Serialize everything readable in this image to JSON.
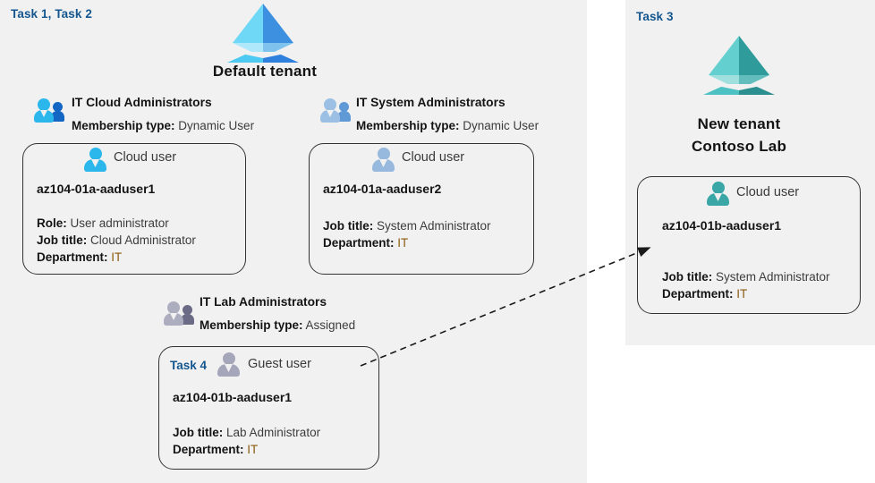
{
  "panels": {
    "left": {
      "task_label": "Task 1, Task 2"
    },
    "right": {
      "task_label": "Task 3"
    }
  },
  "tenants": [
    {
      "id": "default-tenant",
      "caption": "Default tenant",
      "icon": "azure-ad-tenant-icon",
      "color": "#32a7ef"
    },
    {
      "id": "new-tenant",
      "caption_line1": "New  tenant",
      "caption_line2": "Contoso Lab",
      "icon": "azure-ad-tenant-icon",
      "color": "#49b6b6"
    }
  ],
  "groups": [
    {
      "id": "it-cloud-administrators",
      "name": "IT Cloud Administrators",
      "membership_key": "Membership type:",
      "membership_value": "Dynamic User",
      "icon": "group-users-icon",
      "color": "#29b6e8"
    },
    {
      "id": "it-system-administrators",
      "name": "IT System Administrators",
      "membership_key": "Membership type:",
      "membership_value": "Dynamic User",
      "icon": "group-users-icon",
      "color": "#8fb4dd"
    },
    {
      "id": "it-lab-administrators",
      "name": "IT Lab Administrators",
      "membership_key": "Membership type:",
      "membership_value": "Assigned",
      "icon": "group-users-icon",
      "color": "#a3a3b8"
    }
  ],
  "users": [
    {
      "id": "az104-01a-aaduser1",
      "usertype": "Cloud user",
      "icon": "cloud-user-icon",
      "color": "#29b6e8",
      "username": "az104-01a-aaduser1",
      "attrs": [
        {
          "key": "Role:",
          "value": "User administrator"
        },
        {
          "key": "Job title:",
          "value": "Cloud Administrator"
        },
        {
          "key": "Department:",
          "value": "IT"
        }
      ]
    },
    {
      "id": "az104-01a-aaduser2",
      "usertype": "Cloud user",
      "icon": "cloud-user-icon",
      "color": "#96b9dd",
      "username": "az104-01a-aaduser2",
      "attrs": [
        {
          "key": "Job title:",
          "value": "System Administrator"
        },
        {
          "key": "Department:",
          "value": "IT"
        }
      ]
    },
    {
      "id": "az104-01b-aaduser1-guest",
      "task_label": "Task 4",
      "usertype": "Guest user",
      "icon": "guest-user-icon",
      "color": "#a6a6ba",
      "username": "az104-01b-aaduser1",
      "attrs": [
        {
          "key": "Job title:",
          "value": "Lab Administrator"
        },
        {
          "key": "Department:",
          "value": "IT"
        }
      ]
    },
    {
      "id": "az104-01b-aaduser1-cloud",
      "usertype": "Cloud user",
      "icon": "cloud-user-icon",
      "color": "#3aa6a6",
      "username": "az104-01b-aaduser1",
      "attrs": [
        {
          "key": "Job title:",
          "value": "System Administrator"
        },
        {
          "key": "Department:",
          "value": "IT"
        }
      ]
    }
  ],
  "connector": {
    "id": "guest-to-cloud-user-arrow",
    "style": "dashed-arrow",
    "from": "az104-01b-aaduser1-guest",
    "to": "az104-01b-aaduser1-cloud"
  },
  "colors": {
    "panel_bg": "#f1f1f1",
    "task_blue": "#14568f",
    "card_border": "#333333",
    "attr_value": "#3c3c3c",
    "it_value": "#8a5a10"
  }
}
